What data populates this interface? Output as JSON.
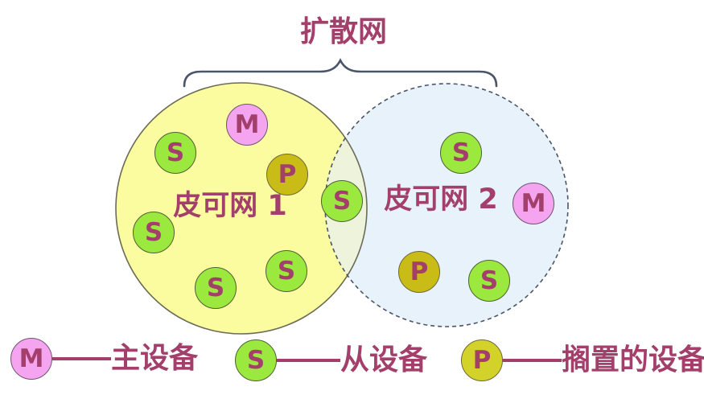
{
  "diagram": {
    "scatternet_label": "扩散网",
    "piconet1": {
      "label": "皮可网 1",
      "nodes": [
        {
          "label": "M",
          "type": "master"
        },
        {
          "label": "S",
          "type": "slave"
        },
        {
          "label": "P",
          "type": "parked"
        },
        {
          "label": "S",
          "type": "slave-bridge"
        },
        {
          "label": "S",
          "type": "slave"
        },
        {
          "label": "S",
          "type": "slave"
        },
        {
          "label": "S",
          "type": "slave"
        }
      ]
    },
    "piconet2": {
      "label": "皮可网 2",
      "nodes": [
        {
          "label": "S",
          "type": "slave"
        },
        {
          "label": "M",
          "type": "master"
        },
        {
          "label": "P",
          "type": "parked"
        },
        {
          "label": "S",
          "type": "slave"
        }
      ]
    }
  },
  "legend": {
    "items": [
      {
        "symbol": "M",
        "label": "主设备",
        "type": "master"
      },
      {
        "symbol": "S",
        "label": "从设备",
        "type": "slave"
      },
      {
        "symbol": "P",
        "label": "搁置的设备",
        "type": "parked"
      }
    ]
  },
  "palette": {
    "text_maroon": "#A33F6B",
    "piconet1_fill": "#FBFB9F",
    "piconet1_stroke": "#6B6B57",
    "piconet2_fill": "#E7F2FB",
    "piconet2_stroke": "#4A5568",
    "overlap_fill": "#EEF3DB",
    "master_fill": "#F5A5EF",
    "slave_fill": "#9BE83E",
    "parked_fill": "#C9BC17",
    "parked_legend_fill": "#D3D22B",
    "brace_stroke": "#4A5568"
  }
}
